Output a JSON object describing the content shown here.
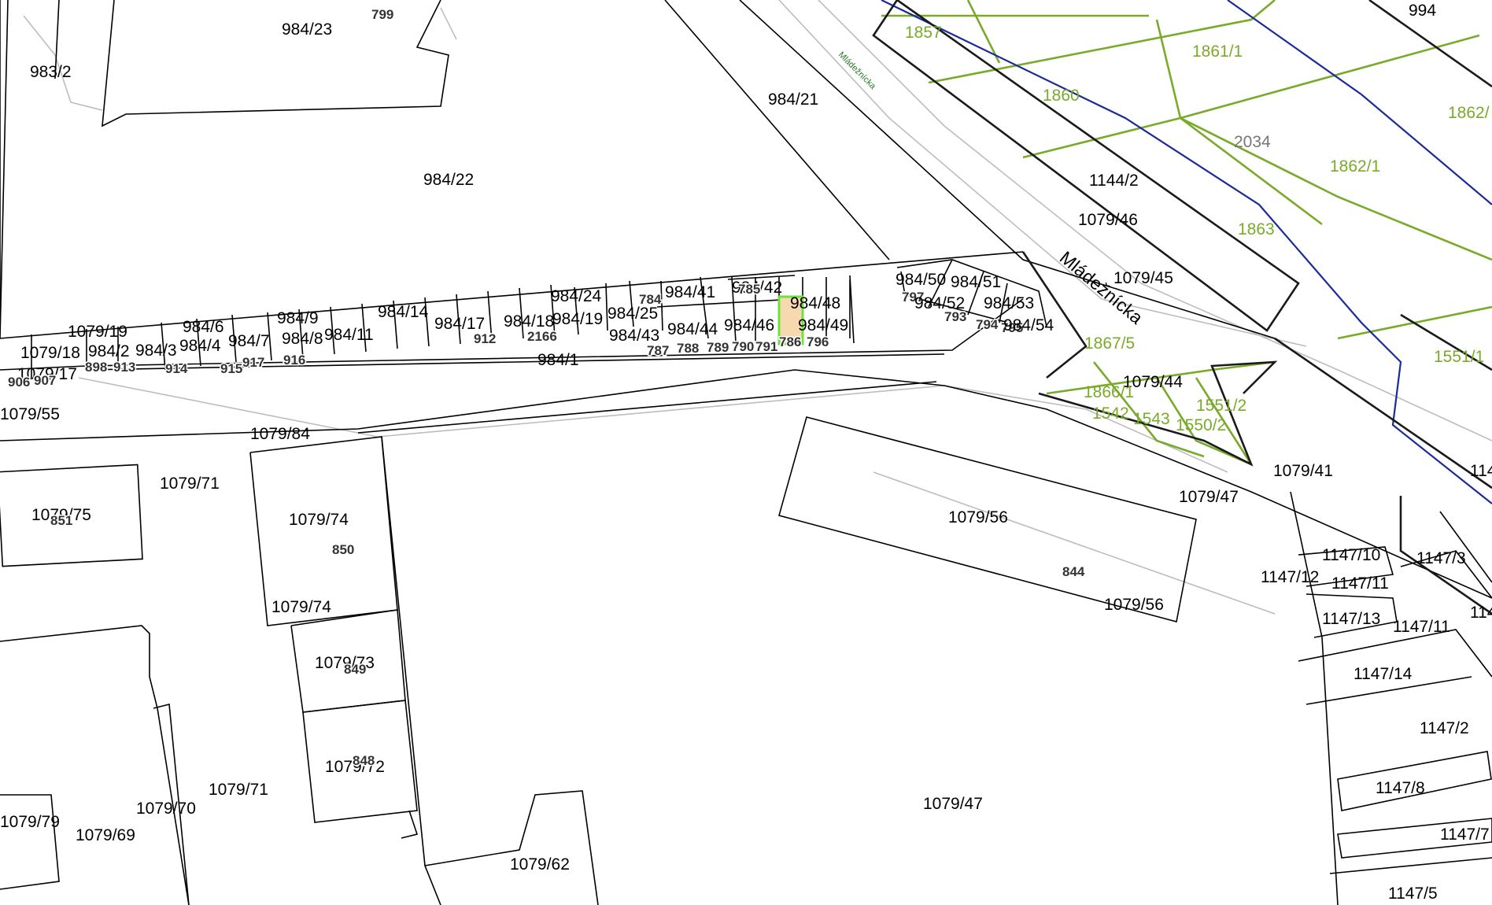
{
  "map": {
    "street_name": "Mládežnícka",
    "highlighted_parcel": "786",
    "colors": {
      "parcel_line": "#000000",
      "green_layer": "#7aaa2a",
      "blue_layer": "#1a2a9a",
      "highlight_fill": "#f7d9b0",
      "highlight_stroke": "#6ee23c"
    },
    "labels": {
      "p984_23": "984/23",
      "p799": "799",
      "p983_2": "983/2",
      "p984_21": "984/21",
      "p984_22": "984/22",
      "p1857": "1857",
      "p1861_1": "1861/1",
      "p994": "994",
      "p1860": "1860",
      "p1862_2": "1862/",
      "p2034": "2034",
      "p1862_1": "1862/1",
      "p1144_2": "1144/2",
      "p1079_46": "1079/46",
      "p1863": "1863",
      "p1079_45": "1079/45",
      "p1867_5": "1867/5",
      "p1551_1": "1551/1",
      "p1079_44": "1079/44",
      "p1866_1": "1866/1",
      "p1542": "1542",
      "p1543": "1543",
      "p1551_2": "1551/2",
      "p1550_2": "1550/2",
      "p1079_41": "1079/41",
      "p114": "114",
      "p984_24": "984/24",
      "p784": "784",
      "p984_41": "984/41",
      "p984_42": "984/42",
      "p785": "785",
      "p984_48": "984/48",
      "p984_50": "984/50",
      "p984_51": "984/51",
      "p797": "797",
      "p984_52": "984/52",
      "p984_53": "984/53",
      "p793": "793",
      "p794": "794",
      "p795": "795",
      "p984_54": "984/54",
      "p984_49": "984/49",
      "p984_25": "984/25",
      "p984_43": "984/43",
      "p984_44": "984/44",
      "p984_46": "984/46",
      "p786": "786",
      "p796": "796",
      "p787": "787",
      "p788": "788",
      "p789": "789",
      "p790": "790",
      "p791": "791",
      "p984_19": "984/19",
      "p984_18": "984/18",
      "p984_17": "984/17",
      "p984_14": "984/14",
      "p984_11": "984/11",
      "p984_9": "984/9",
      "p984_8": "984/8",
      "p984_7": "984/7",
      "p984_6": "984/6",
      "p984_4": "984/4",
      "p984_3": "984/3",
      "p984_2": "984/2",
      "p1079_19": "1079/19",
      "p1079_18": "1079/18",
      "p1079_17": "1079/17",
      "p898": "898",
      "p913": "913",
      "p914": "914",
      "p915": "915",
      "p916": "916",
      "p917": "917",
      "p906": "906",
      "p907": "907",
      "p912": "912",
      "p2166": "2166",
      "p984_1": "984/1",
      "p1079_55": "1079/55",
      "p1079_84": "1079/84",
      "p1079_71a": "1079/71",
      "p1079_75": "1079/75",
      "p851": "851",
      "p1079_74a": "1079/74",
      "p850": "850",
      "p1079_74b": "1079/74",
      "p1079_73": "1079/73",
      "p849": "849",
      "p1079_72": "1079/72",
      "p848": "848",
      "p1079_71b": "1079/71",
      "p1079_70": "1079/70",
      "p1079_69": "1079/69",
      "p1079_79": "1079/79",
      "p1079_62": "1079/62",
      "p1079_56a": "1079/56",
      "p844": "844",
      "p1079_56b": "1079/56",
      "p1079_47a": "1079/47",
      "p1079_47b": "1079/47",
      "p1147_10": "1147/10",
      "p1147_12": "1147/12",
      "p1147_11a": "1147/11",
      "p1147_3": "1147/3",
      "p1147_13": "1147/13",
      "p1147_11b": "1147/11",
      "p1147_14": "1147/14",
      "p1147_2": "1147/2",
      "p1147_8": "1147/8",
      "p1147_7": "1147/7",
      "p1147_5": "1147/5",
      "p114x": "114"
    }
  }
}
